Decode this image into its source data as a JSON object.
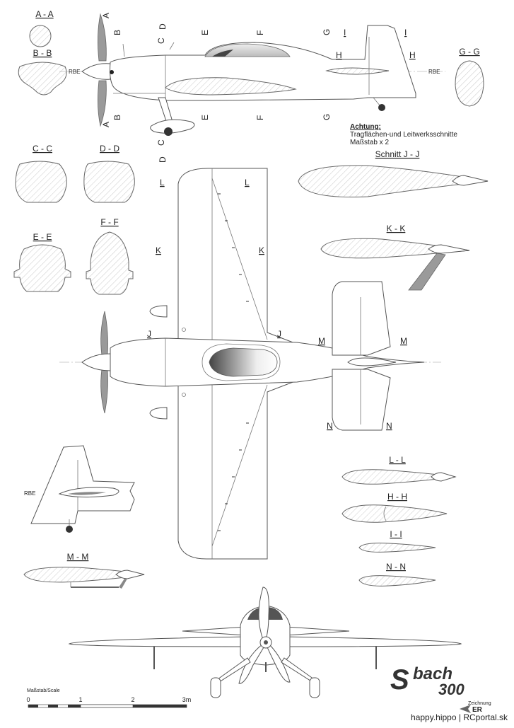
{
  "section_labels": {
    "aa": "A - A",
    "bb": "B - B",
    "cc": "C - C",
    "dd": "D - D",
    "ee": "E - E",
    "ff": "F - F",
    "gg": "G - G",
    "jj": "Schnitt J - J",
    "kk": "K - K",
    "ll": "L - L",
    "hh": "H - H",
    "ii": "I - I",
    "nn": "N - N",
    "mm": "M - M"
  },
  "cut_marks": {
    "a": "A",
    "b": "B",
    "c": "C",
    "d": "D",
    "e": "E",
    "f": "F",
    "g": "G",
    "h": "H",
    "i": "I",
    "j": "J",
    "k": "K",
    "l": "L",
    "m": "M",
    "n": "N"
  },
  "rbe": "RBE",
  "note": {
    "title": "Achtung:",
    "line1": "Tragflächen-und Leitwerksschnitte",
    "line2": "Maßstab x 2"
  },
  "scale": {
    "title": "Maßstab/Scale",
    "ticks": [
      "0",
      "1",
      "2",
      "3m"
    ]
  },
  "logo": {
    "top": "bach",
    "initial": "S",
    "bottom": "300"
  },
  "credit": {
    "label": "Zeichnung",
    "initials": "ER"
  },
  "footer": "happy.hippo | RCportal.sk"
}
